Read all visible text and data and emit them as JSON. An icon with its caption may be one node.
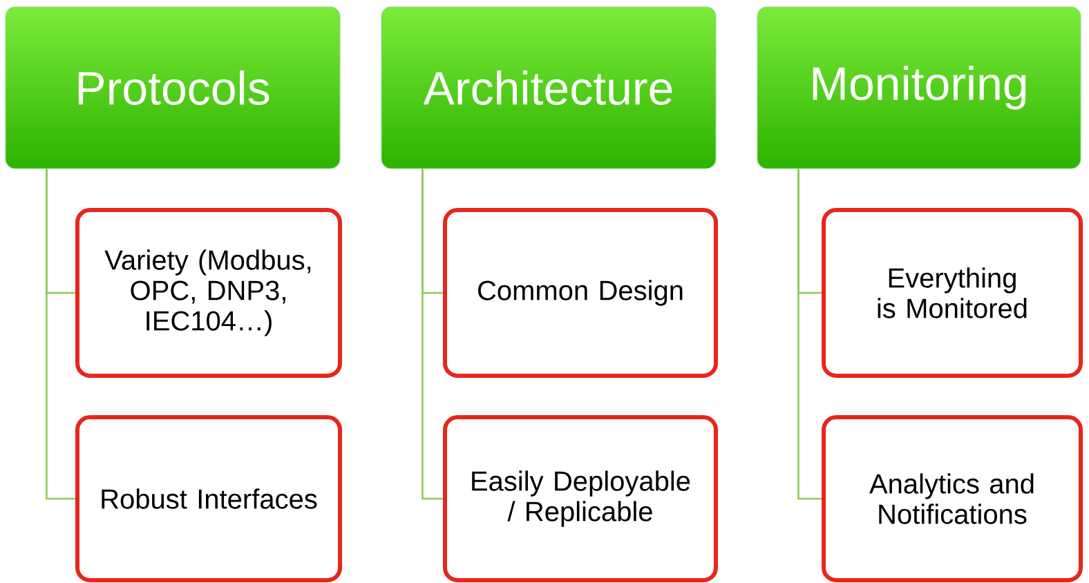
{
  "diagram": {
    "nodes": [
      {
        "text": [
          "Protocols"
        ]
      },
      {
        "text": [
          "Variety (Modbus, OPC, DNP3, IEC104…)"
        ]
      },
      {
        "text": [
          "Robust Interfaces"
        ]
      },
      {
        "text": [
          "Architecture"
        ]
      },
      {
        "text": [
          "Common Design"
        ]
      },
      {
        "text": [
          "Easily Deployable / Replicable"
        ]
      },
      {
        "text": [
          "Monitoring"
        ]
      },
      {
        "text": [
          "Everything is Monitored"
        ]
      },
      {
        "text": [
          "Analytics and Notifications"
        ]
      }
    ],
    "edges": [
      {
        "from": 0,
        "to": 1,
        "arrow": "none"
      },
      {
        "from": 0,
        "to": 2,
        "arrow": "none"
      },
      {
        "from": 3,
        "to": 4,
        "arrow": "none"
      },
      {
        "from": 3,
        "to": 5,
        "arrow": "none"
      },
      {
        "from": 6,
        "to": 7,
        "arrow": "none"
      },
      {
        "from": 6,
        "to": 8,
        "arrow": "none"
      }
    ]
  }
}
